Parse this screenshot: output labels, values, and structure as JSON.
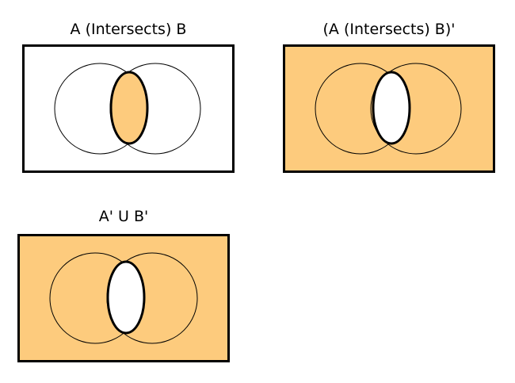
{
  "diagrams": [
    {
      "title": "A (Intersects) B",
      "background_color": "#ffffff",
      "lens_color": "#fdcb7d"
    },
    {
      "title": "(A (Intersects) B)'",
      "background_color": "#fdcb7d",
      "lens_color": "#ffffff"
    },
    {
      "title": "A' U B'",
      "background_color": "#fdcb7d",
      "lens_color": "#ffffff"
    }
  ]
}
